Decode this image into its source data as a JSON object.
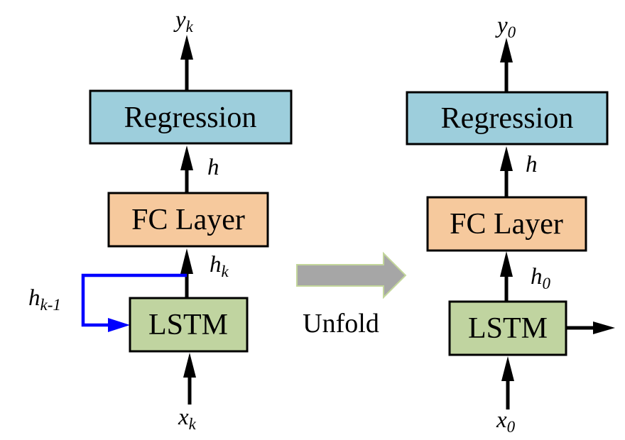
{
  "figure": {
    "colors": {
      "regression_fill": "#9DCEDC",
      "fc_fill": "#F6C99D",
      "lstm_fill": "#C0D4A0",
      "box_border": "#000000",
      "arrow_black": "#000000",
      "feedback_blue": "#0000FF",
      "unfold_fill": "#A6A6A6",
      "unfold_stroke": "#C3D69B"
    },
    "left": {
      "output_label": {
        "base": "y",
        "sub": "k"
      },
      "regression_label": "Regression",
      "h_label": "h",
      "fc_label": "FC Layer",
      "hidden_label": {
        "base": "h",
        "sub": "k"
      },
      "feedback_label": {
        "base": "h",
        "sub": "k-1"
      },
      "lstm_label": "LSTM",
      "input_label": {
        "base": "x",
        "sub": "k"
      }
    },
    "unfold_label": "Unfold",
    "right": {
      "output_label": {
        "base": "y",
        "sub": "0"
      },
      "regression_label": "Regression",
      "h_label": "h",
      "fc_label": "FC Layer",
      "hidden_label": {
        "base": "h",
        "sub": "0"
      },
      "lstm_label": "LSTM",
      "input_label": {
        "base": "x",
        "sub": "0"
      }
    }
  }
}
